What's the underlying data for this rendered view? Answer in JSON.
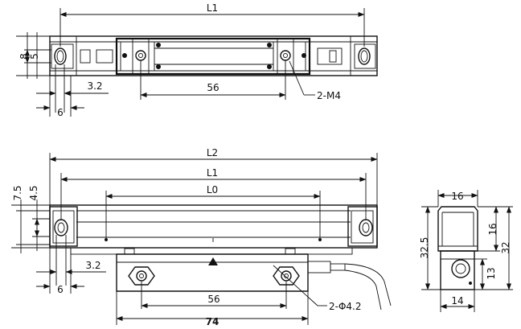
{
  "dimensions": {
    "top_L1": "L1",
    "top_8": "8",
    "top_5": "5",
    "top_3_2": "3.2",
    "top_6": "6",
    "top_56": "56",
    "top_2M4": "2-M4",
    "front_L2": "L2",
    "front_L1": "L1",
    "front_L0": "L0",
    "front_7_5": "7.5",
    "front_4_5": "4.5",
    "front_3_2": "3.2",
    "front_6": "6",
    "front_56": "56",
    "front_74": "74",
    "front_2phi": "2-Φ4.2",
    "side_16_top": "16",
    "side_32_5": "32.5",
    "side_16_right": "16",
    "side_32": "32",
    "side_13": "13",
    "side_14": "14"
  }
}
